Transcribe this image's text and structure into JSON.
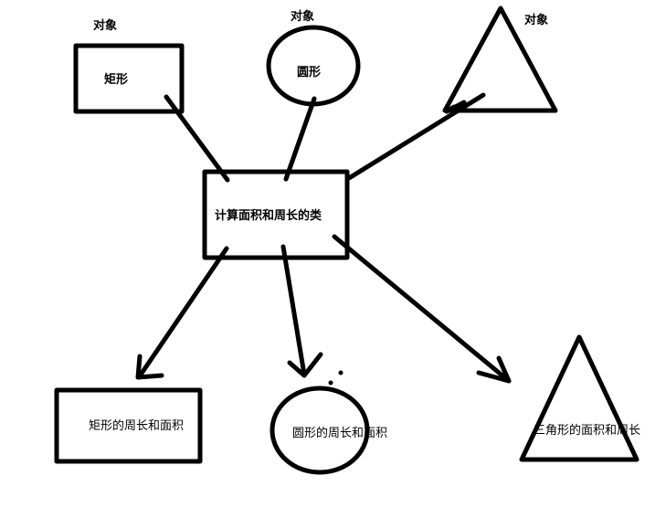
{
  "diagram": {
    "objects_top": [
      {
        "caption": "对象",
        "label": "矩形",
        "shape": "rectangle"
      },
      {
        "caption": "对象",
        "label": "圆形",
        "shape": "circle"
      },
      {
        "caption": "对象",
        "label": "",
        "shape": "triangle"
      }
    ],
    "center_class": {
      "label": "计算面积和周长的类",
      "shape": "rectangle"
    },
    "results_bottom": [
      {
        "label": "矩形的周长和面积",
        "shape": "rectangle"
      },
      {
        "label": "圆形的周长和面积",
        "shape": "circle"
      },
      {
        "label": "三角形的面积和周长",
        "shape": "triangle"
      }
    ],
    "line_color": "#000000",
    "background": "#ffffff"
  }
}
